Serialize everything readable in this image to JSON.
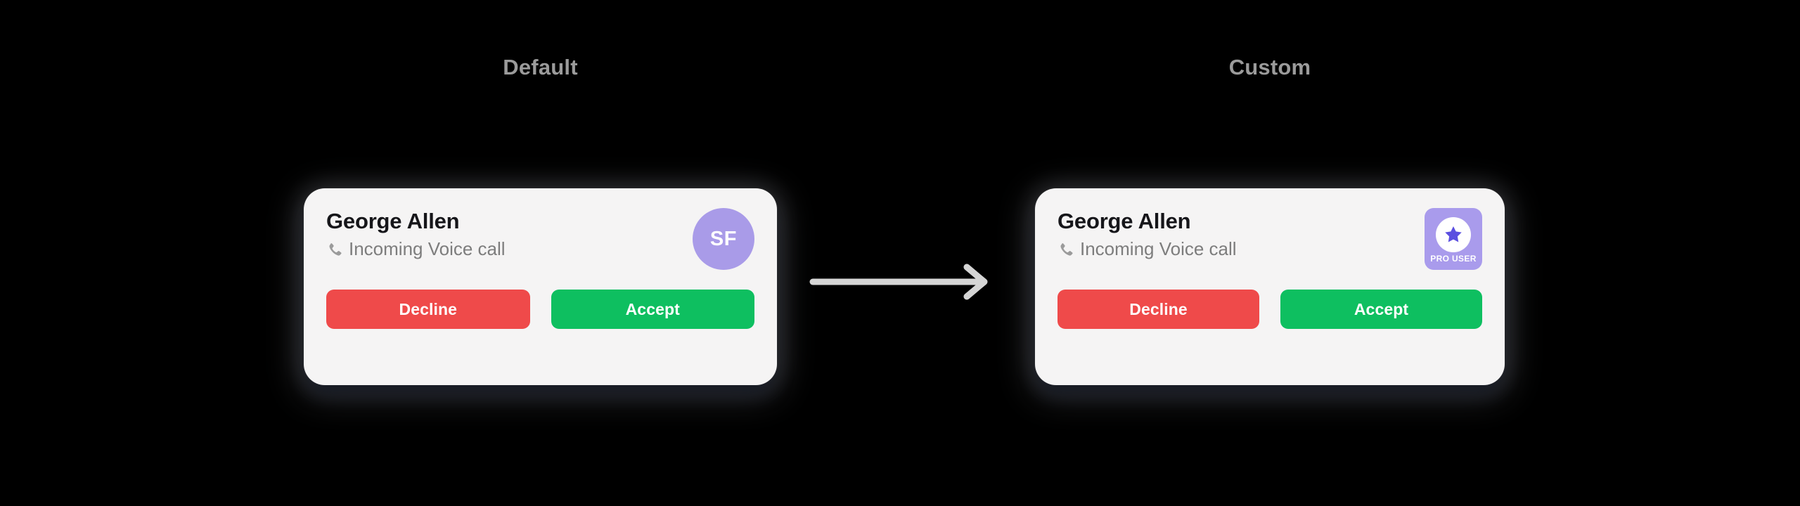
{
  "background_color": "#000000",
  "sections": {
    "left": {
      "caption": "Default"
    },
    "right": {
      "caption": "Custom"
    }
  },
  "card": {
    "background_color": "#f5f4f4",
    "caller_name": "George Allen",
    "call_status": "Incoming Voice call",
    "phone_icon_name": "phone-icon",
    "buttons": {
      "decline": {
        "label": "Decline",
        "color": "#ef4a4a"
      },
      "accept": {
        "label": "Accept",
        "color": "#0ebf60"
      }
    }
  },
  "default_card": {
    "avatar": {
      "initials": "SF",
      "background_color": "#a99be8",
      "text_color": "#ffffff",
      "shape": "circle"
    }
  },
  "custom_card": {
    "badge": {
      "label": "PRO USER",
      "icon_name": "star-icon",
      "background_color": "#a99bec",
      "disc_color": "#ffffff",
      "star_color": "#5b4fe0",
      "text_color": "#ffffff",
      "shape": "rounded-square"
    }
  },
  "arrow": {
    "icon_name": "arrow-right-icon",
    "color": "#d5d5d5",
    "direction": "right"
  }
}
